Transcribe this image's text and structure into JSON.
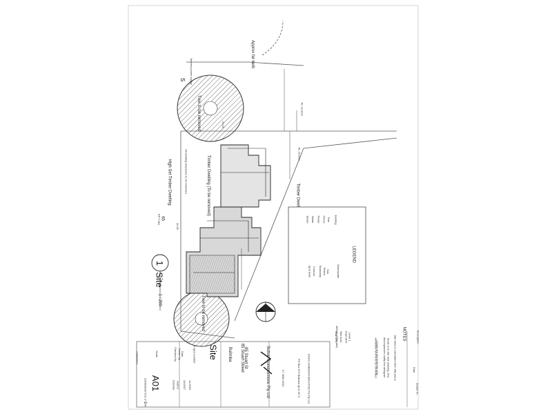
{
  "site_labels": {
    "approx_kerb": "Approx far kerb",
    "nearest_power_supply": "Nearest power supply",
    "tree_to_be_removed": "Tree to be removed",
    "high_set_timber_dwelling": "High Set Timber Dwelling",
    "timber_dwelling_existing": "Timber Dwelling (To be removed)",
    "all_existing_structures": "All existing structures to be removed",
    "timber_dwelling_right": "Timber Dwelling",
    "lot_number": "65",
    "lot_plan": "RP77381",
    "dim_a": "20.00",
    "dim_b": "40.00",
    "rl_a": "RL 22.81m",
    "rl_b": "RL 20.65m",
    "street_frontage": "S"
  },
  "legend": {
    "title": "LEGEND",
    "items": [
      "Existing",
      "Tree",
      "Fence",
      "Power",
      "Water",
      "Sewer",
      "Stormwater",
      "Gas",
      "Telstra",
      "Boundary",
      "Contour",
      "Spot level"
    ]
  },
  "section": {
    "number": "1",
    "title": "Site",
    "scale": "1 : 200"
  },
  "notes": {
    "title": "NOTES",
    "lines": [
      "Site area is calculated from title plans",
      "Scale is to site and drawing. Any",
      "discrepancies notify the designer",
      "Levels are approximate only",
      "allowable GFA is to be confirmed"
    ],
    "areas": [
      "Level 1",
      "Total GFA",
      "Site Area",
      "Max GFA",
      "405m2 (GFA ratio)"
    ]
  },
  "title_block": {
    "firm": "JOHN CAMERON ARCHITECTS Pty Ltd",
    "firm_address": "PO Box 570 Bulimba QLD 4171",
    "phone": "07 3899 6333",
    "client": "Sutton Constructions Pty Ltd",
    "project_line1": "85 Stuart St",
    "project_line2": "85 Stuart Street",
    "suburb": "Bulimba",
    "drawing_title": "Site",
    "project_number_label": "Project number",
    "date_label": "Date",
    "drawn_by_label": "Drawn by",
    "checked_by_label": "Checked by",
    "scale_label": "Scale",
    "drawing_number": "A01",
    "project_number": "11.0002",
    "date": "10/2007",
    "drawn_by": "Author",
    "checked_by": "Checker",
    "issue": "1",
    "timestamp": "12/08/2008 5:01:27 PM",
    "unfinished": "unfinished"
  },
  "revision": {
    "description_label": "Description",
    "date_label": "Date",
    "issued_label": "Issued To"
  }
}
